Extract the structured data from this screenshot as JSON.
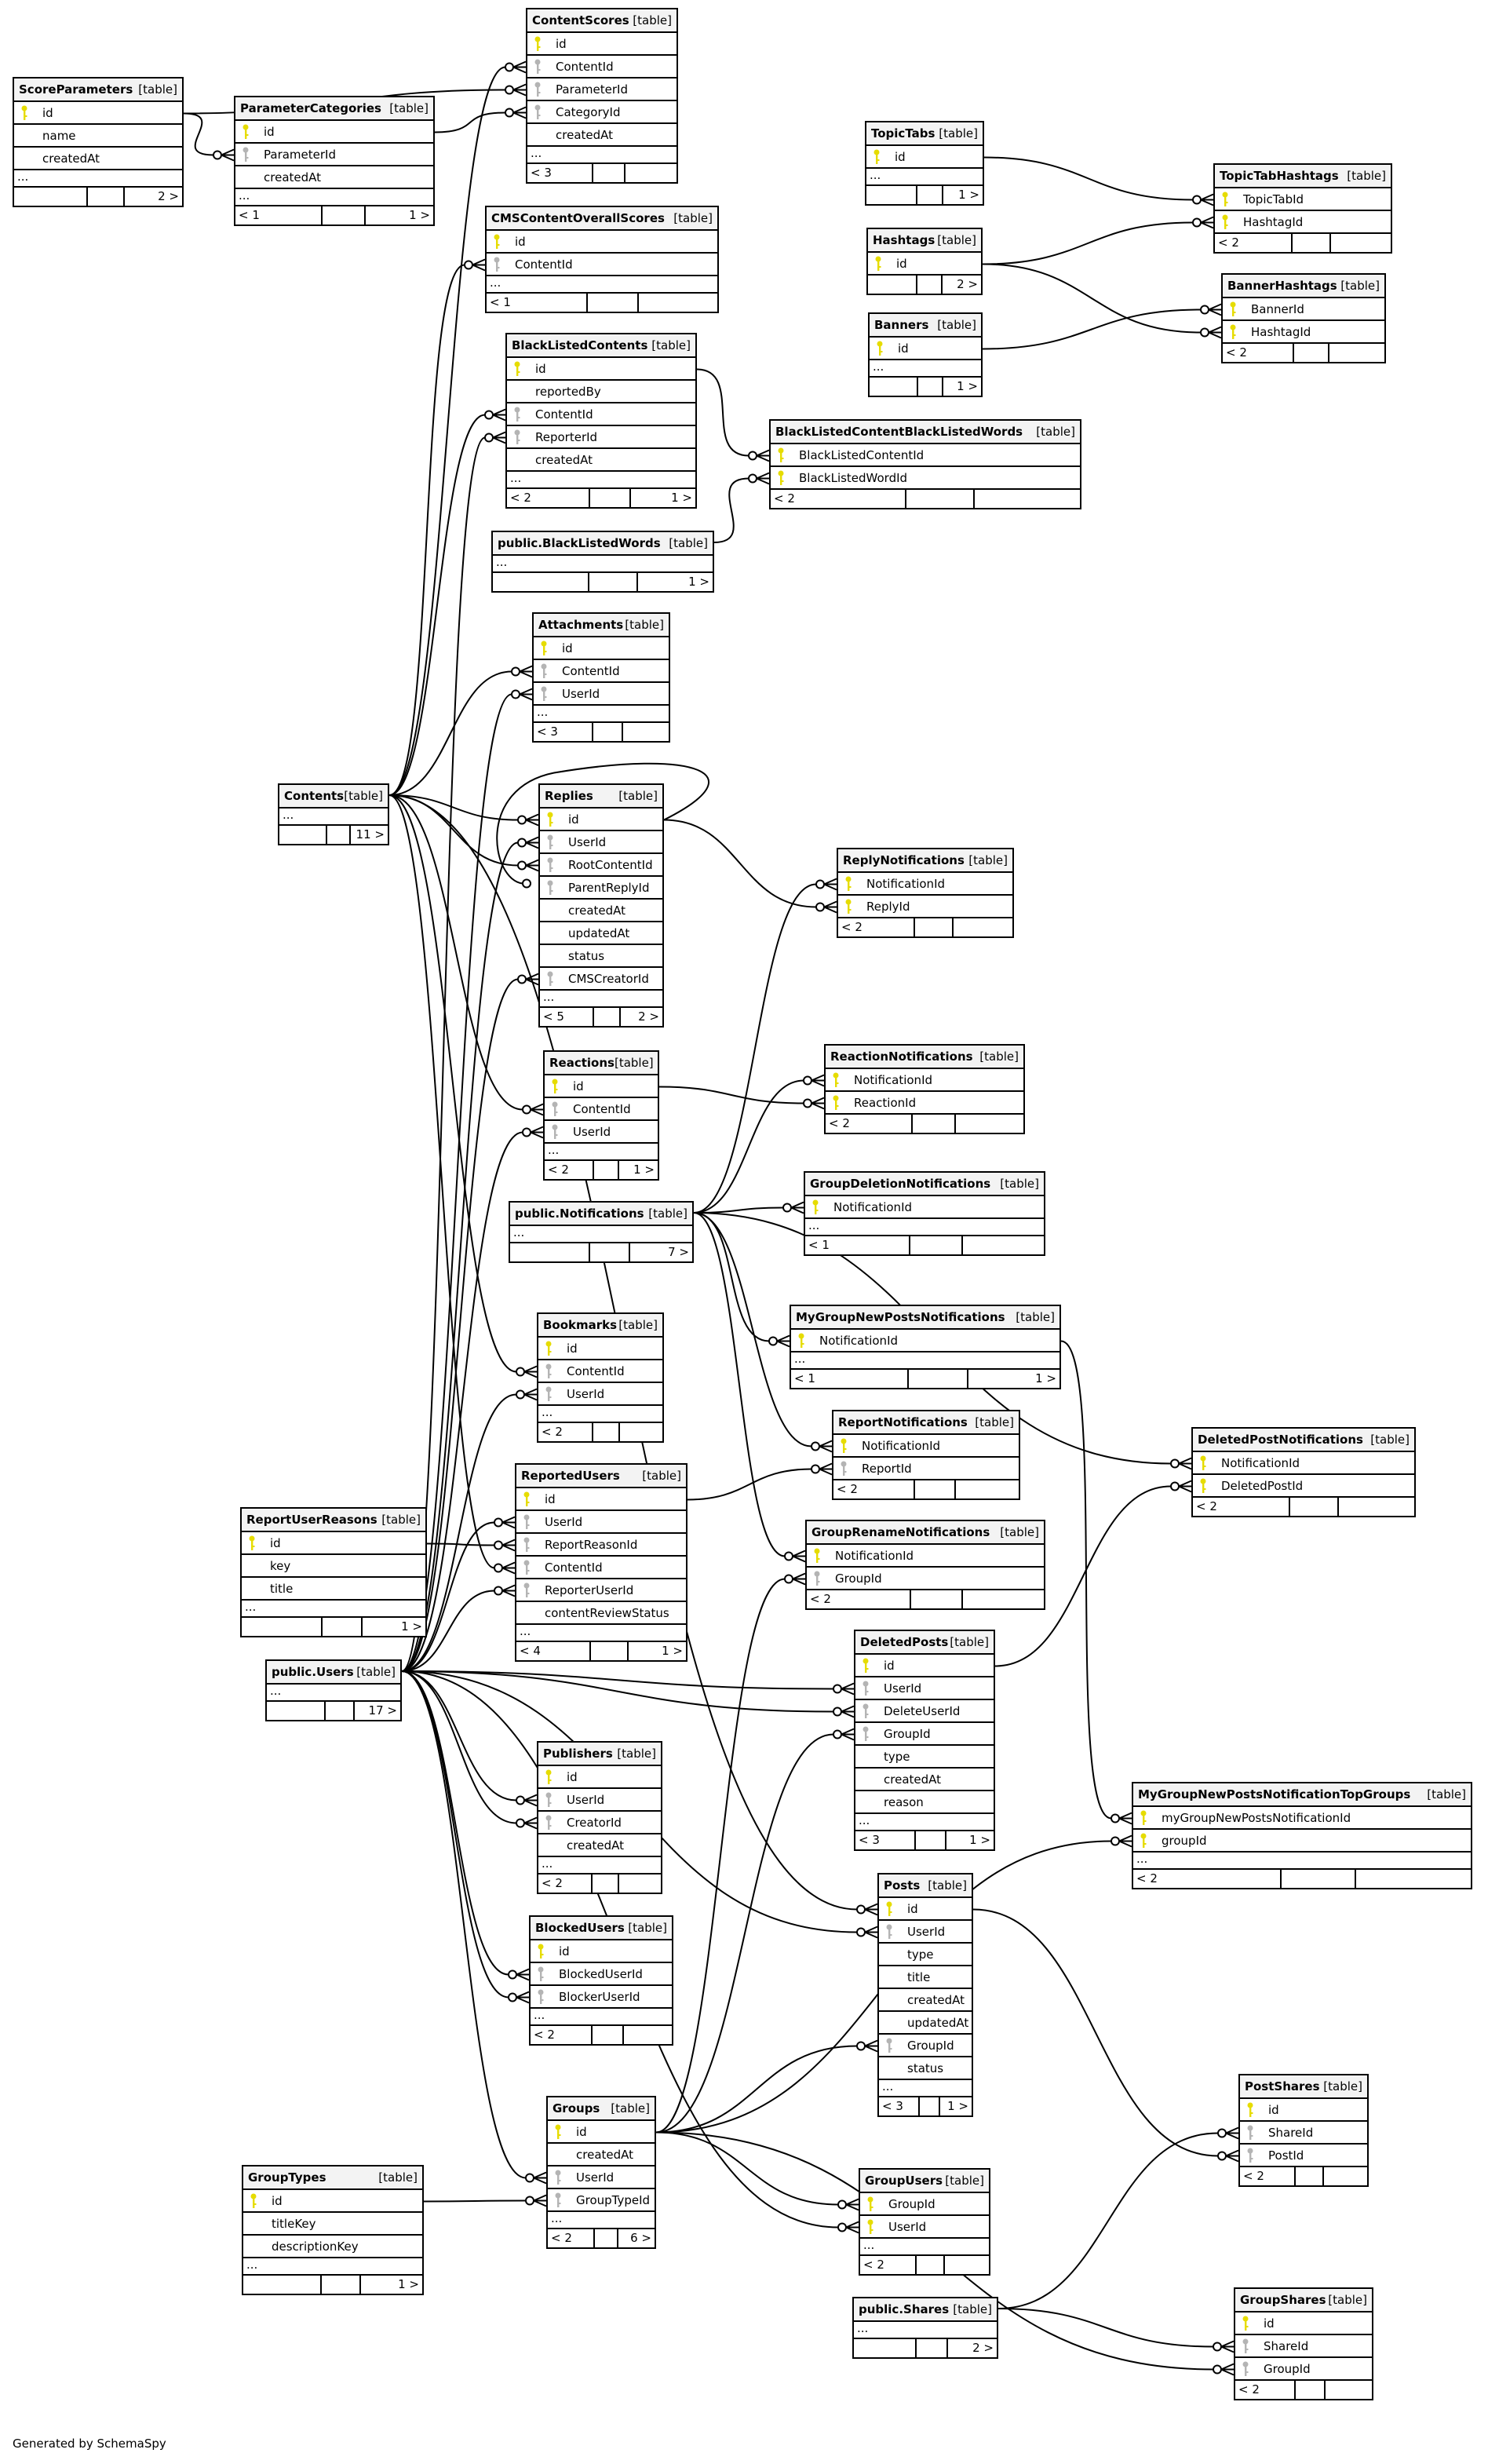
{
  "footer_credit": "Generated by SchemaSpy",
  "type_label": "[table]",
  "colors": {
    "pk_key": "#e6dc00",
    "fk_key": "#b4b4b4",
    "header_bg": "#f3f3f3"
  },
  "tables": [
    {
      "name": "ScoreParameters",
      "columns": [
        {
          "name": "id",
          "key": "pk"
        },
        {
          "name": "name",
          "key": ""
        },
        {
          "name": "createdAt",
          "key": ""
        }
      ],
      "more": "...",
      "foot_left": "",
      "foot_right": "2 >"
    },
    {
      "name": "ParameterCategories",
      "columns": [
        {
          "name": "id",
          "key": "pk"
        },
        {
          "name": "ParameterId",
          "key": "fk"
        },
        {
          "name": "createdAt",
          "key": ""
        }
      ],
      "more": "...",
      "foot_left": "< 1",
      "foot_right": "1 >"
    },
    {
      "name": "ContentScores",
      "columns": [
        {
          "name": "id",
          "key": "pk"
        },
        {
          "name": "ContentId",
          "key": "fk"
        },
        {
          "name": "ParameterId",
          "key": "fk"
        },
        {
          "name": "CategoryId",
          "key": "fk"
        },
        {
          "name": "createdAt",
          "key": ""
        }
      ],
      "more": "...",
      "foot_left": "< 3",
      "foot_right": ""
    },
    {
      "name": "CMSContentOverallScores",
      "columns": [
        {
          "name": "id",
          "key": "pk"
        },
        {
          "name": "ContentId",
          "key": "fk"
        }
      ],
      "more": "...",
      "foot_left": "< 1",
      "foot_right": ""
    },
    {
      "name": "TopicTabs",
      "columns": [
        {
          "name": "id",
          "key": "pk"
        }
      ],
      "more": "...",
      "foot_left": "",
      "foot_right": "1 >"
    },
    {
      "name": "TopicTabHashtags",
      "columns": [
        {
          "name": "TopicTabId",
          "key": "pk"
        },
        {
          "name": "HashtagId",
          "key": "pk"
        }
      ],
      "more": null,
      "foot_left": "< 2",
      "foot_right": ""
    },
    {
      "name": "Hashtags",
      "columns": [
        {
          "name": "id",
          "key": "pk"
        }
      ],
      "more": null,
      "foot_left": "",
      "foot_right": "2 >"
    },
    {
      "name": "BannerHashtags",
      "columns": [
        {
          "name": "BannerId",
          "key": "pk"
        },
        {
          "name": "HashtagId",
          "key": "pk"
        }
      ],
      "more": null,
      "foot_left": "< 2",
      "foot_right": ""
    },
    {
      "name": "Banners",
      "columns": [
        {
          "name": "id",
          "key": "pk"
        }
      ],
      "more": "...",
      "foot_left": "",
      "foot_right": "1 >"
    },
    {
      "name": "BlackListedContents",
      "columns": [
        {
          "name": "id",
          "key": "pk"
        },
        {
          "name": "reportedBy",
          "key": ""
        },
        {
          "name": "ContentId",
          "key": "fk"
        },
        {
          "name": "ReporterId",
          "key": "fk"
        },
        {
          "name": "createdAt",
          "key": ""
        }
      ],
      "more": "...",
      "foot_left": "< 2",
      "foot_right": "1 >"
    },
    {
      "name": "BlackListedContentBlackListedWords",
      "columns": [
        {
          "name": "BlackListedContentId",
          "key": "pk"
        },
        {
          "name": "BlackListedWordId",
          "key": "pk"
        }
      ],
      "more": null,
      "foot_left": "< 2",
      "foot_right": ""
    },
    {
      "name": "public.BlackListedWords",
      "columns": [],
      "more": "...",
      "foot_left": "",
      "foot_right": "1 >"
    },
    {
      "name": "Attachments",
      "columns": [
        {
          "name": "id",
          "key": "pk"
        },
        {
          "name": "ContentId",
          "key": "fk"
        },
        {
          "name": "UserId",
          "key": "fk"
        }
      ],
      "more": "...",
      "foot_left": "< 3",
      "foot_right": ""
    },
    {
      "name": "Contents",
      "columns": [],
      "more": "...",
      "foot_left": "",
      "foot_right": "11 >"
    },
    {
      "name": "Replies",
      "columns": [
        {
          "name": "id",
          "key": "pk"
        },
        {
          "name": "UserId",
          "key": "fk"
        },
        {
          "name": "RootContentId",
          "key": "fk"
        },
        {
          "name": "ParentReplyId",
          "key": "fk"
        },
        {
          "name": "createdAt",
          "key": ""
        },
        {
          "name": "updatedAt",
          "key": ""
        },
        {
          "name": "status",
          "key": ""
        },
        {
          "name": "CMSCreatorId",
          "key": "fk"
        }
      ],
      "more": "...",
      "foot_left": "< 5",
      "foot_right": "2 >"
    },
    {
      "name": "ReplyNotifications",
      "columns": [
        {
          "name": "NotificationId",
          "key": "pk"
        },
        {
          "name": "ReplyId",
          "key": "pk"
        }
      ],
      "more": null,
      "foot_left": "< 2",
      "foot_right": ""
    },
    {
      "name": "Reactions",
      "columns": [
        {
          "name": "id",
          "key": "pk"
        },
        {
          "name": "ContentId",
          "key": "fk"
        },
        {
          "name": "UserId",
          "key": "fk"
        }
      ],
      "more": "...",
      "foot_left": "< 2",
      "foot_right": "1 >"
    },
    {
      "name": "ReactionNotifications",
      "columns": [
        {
          "name": "NotificationId",
          "key": "pk"
        },
        {
          "name": "ReactionId",
          "key": "pk"
        }
      ],
      "more": null,
      "foot_left": "< 2",
      "foot_right": ""
    },
    {
      "name": "GroupDeletionNotifications",
      "columns": [
        {
          "name": "NotificationId",
          "key": "pk"
        }
      ],
      "more": "...",
      "foot_left": "< 1",
      "foot_right": ""
    },
    {
      "name": "public.Notifications",
      "columns": [],
      "more": "...",
      "foot_left": "",
      "foot_right": "7 >"
    },
    {
      "name": "MyGroupNewPostsNotifications",
      "columns": [
        {
          "name": "NotificationId",
          "key": "pk"
        }
      ],
      "more": "...",
      "foot_left": "< 1",
      "foot_right": "1 >"
    },
    {
      "name": "Bookmarks",
      "columns": [
        {
          "name": "id",
          "key": "pk"
        },
        {
          "name": "ContentId",
          "key": "fk"
        },
        {
          "name": "UserId",
          "key": "fk"
        }
      ],
      "more": "...",
      "foot_left": "< 2",
      "foot_right": ""
    },
    {
      "name": "ReportNotifications",
      "columns": [
        {
          "name": "NotificationId",
          "key": "pk"
        },
        {
          "name": "ReportId",
          "key": "fk"
        }
      ],
      "more": null,
      "foot_left": "< 2",
      "foot_right": ""
    },
    {
      "name": "DeletedPostNotifications",
      "columns": [
        {
          "name": "NotificationId",
          "key": "pk"
        },
        {
          "name": "DeletedPostId",
          "key": "pk"
        }
      ],
      "more": null,
      "foot_left": "< 2",
      "foot_right": ""
    },
    {
      "name": "ReportedUsers",
      "columns": [
        {
          "name": "id",
          "key": "pk"
        },
        {
          "name": "UserId",
          "key": "fk"
        },
        {
          "name": "ReportReasonId",
          "key": "fk"
        },
        {
          "name": "ContentId",
          "key": "fk"
        },
        {
          "name": "ReporterUserId",
          "key": "fk"
        },
        {
          "name": "contentReviewStatus",
          "key": ""
        }
      ],
      "more": "...",
      "foot_left": "< 4",
      "foot_right": "1 >"
    },
    {
      "name": "ReportUserReasons",
      "columns": [
        {
          "name": "id",
          "key": "pk"
        },
        {
          "name": "key",
          "key": ""
        },
        {
          "name": "title",
          "key": ""
        }
      ],
      "more": "...",
      "foot_left": "",
      "foot_right": "1 >"
    },
    {
      "name": "GroupRenameNotifications",
      "columns": [
        {
          "name": "NotificationId",
          "key": "pk"
        },
        {
          "name": "GroupId",
          "key": "fk"
        }
      ],
      "more": null,
      "foot_left": "< 2",
      "foot_right": ""
    },
    {
      "name": "public.Users",
      "columns": [],
      "more": "...",
      "foot_left": "",
      "foot_right": "17 >"
    },
    {
      "name": "DeletedPosts",
      "columns": [
        {
          "name": "id",
          "key": "pk"
        },
        {
          "name": "UserId",
          "key": "fk"
        },
        {
          "name": "DeleteUserId",
          "key": "fk"
        },
        {
          "name": "GroupId",
          "key": "fk"
        },
        {
          "name": "type",
          "key": ""
        },
        {
          "name": "createdAt",
          "key": ""
        },
        {
          "name": "reason",
          "key": ""
        }
      ],
      "more": "...",
      "foot_left": "< 3",
      "foot_right": "1 >"
    },
    {
      "name": "Publishers",
      "columns": [
        {
          "name": "id",
          "key": "pk"
        },
        {
          "name": "UserId",
          "key": "fk"
        },
        {
          "name": "CreatorId",
          "key": "fk"
        },
        {
          "name": "createdAt",
          "key": ""
        }
      ],
      "more": "...",
      "foot_left": "< 2",
      "foot_right": ""
    },
    {
      "name": "MyGroupNewPostsNotificationTopGroups",
      "columns": [
        {
          "name": "myGroupNewPostsNotificationId",
          "key": "pk"
        },
        {
          "name": "groupId",
          "key": "pk"
        }
      ],
      "more": "...",
      "foot_left": "< 2",
      "foot_right": ""
    },
    {
      "name": "Posts",
      "columns": [
        {
          "name": "id",
          "key": "pk"
        },
        {
          "name": "UserId",
          "key": "fk"
        },
        {
          "name": "type",
          "key": ""
        },
        {
          "name": "title",
          "key": ""
        },
        {
          "name": "createdAt",
          "key": ""
        },
        {
          "name": "updatedAt",
          "key": ""
        },
        {
          "name": "GroupId",
          "key": "fk"
        },
        {
          "name": "status",
          "key": ""
        }
      ],
      "more": "...",
      "foot_left": "< 3",
      "foot_right": "1 >"
    },
    {
      "name": "BlockedUsers",
      "columns": [
        {
          "name": "id",
          "key": "pk"
        },
        {
          "name": "BlockedUserId",
          "key": "fk"
        },
        {
          "name": "BlockerUserId",
          "key": "fk"
        }
      ],
      "more": "...",
      "foot_left": "< 2",
      "foot_right": ""
    },
    {
      "name": "PostShares",
      "columns": [
        {
          "name": "id",
          "key": "pk"
        },
        {
          "name": "ShareId",
          "key": "fk"
        },
        {
          "name": "PostId",
          "key": "fk"
        }
      ],
      "more": null,
      "foot_left": "< 2",
      "foot_right": ""
    },
    {
      "name": "Groups",
      "columns": [
        {
          "name": "id",
          "key": "pk"
        },
        {
          "name": "createdAt",
          "key": ""
        },
        {
          "name": "UserId",
          "key": "fk"
        },
        {
          "name": "GroupTypeId",
          "key": "fk"
        }
      ],
      "more": "...",
      "foot_left": "< 2",
      "foot_right": "6 >"
    },
    {
      "name": "GroupTypes",
      "columns": [
        {
          "name": "id",
          "key": "pk"
        },
        {
          "name": "titleKey",
          "key": ""
        },
        {
          "name": "descriptionKey",
          "key": ""
        }
      ],
      "more": "...",
      "foot_left": "",
      "foot_right": "1 >"
    },
    {
      "name": "GroupUsers",
      "columns": [
        {
          "name": "GroupId",
          "key": "pk"
        },
        {
          "name": "UserId",
          "key": "pk"
        }
      ],
      "more": "...",
      "foot_left": "< 2",
      "foot_right": ""
    },
    {
      "name": "public.Shares",
      "columns": [],
      "more": "...",
      "foot_left": "",
      "foot_right": "2 >"
    },
    {
      "name": "GroupShares",
      "columns": [
        {
          "name": "id",
          "key": "pk"
        },
        {
          "name": "ShareId",
          "key": "fk"
        },
        {
          "name": "GroupId",
          "key": "fk"
        }
      ],
      "more": null,
      "foot_left": "< 2",
      "foot_right": ""
    }
  ]
}
